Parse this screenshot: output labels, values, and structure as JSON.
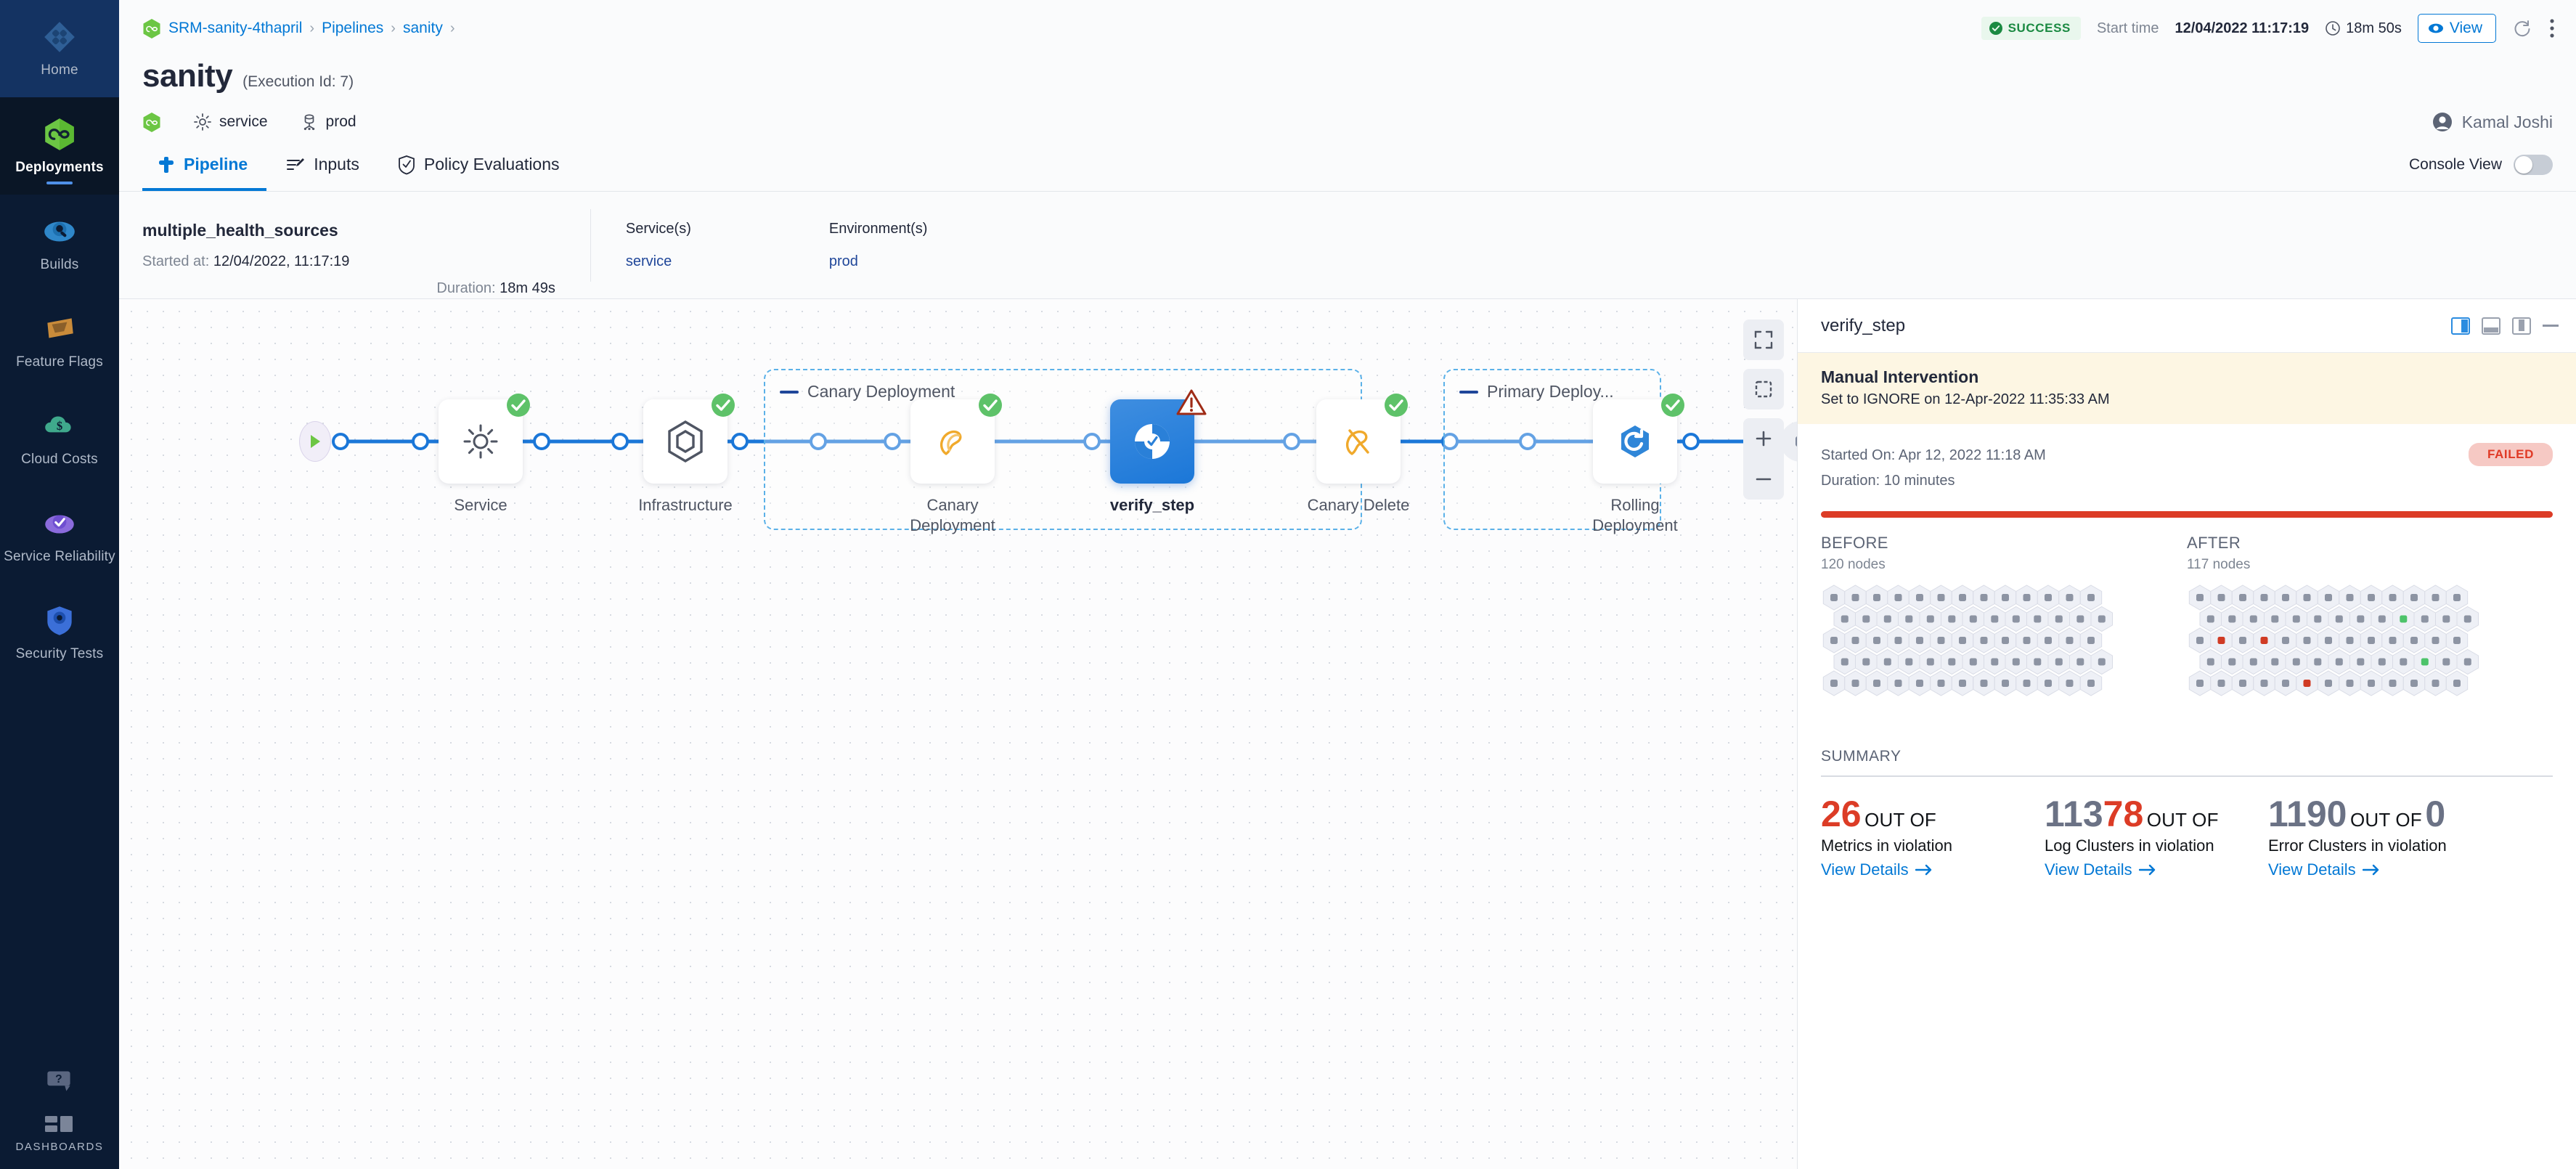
{
  "sidebar": {
    "items": [
      {
        "label": "Home",
        "icon": "home-icon",
        "state": "active"
      },
      {
        "label": "Deployments",
        "icon": "deployments-icon",
        "state": "selected"
      },
      {
        "label": "Builds",
        "icon": "builds-icon",
        "state": ""
      },
      {
        "label": "Feature Flags",
        "icon": "feature-flags-icon",
        "state": ""
      },
      {
        "label": "Cloud Costs",
        "icon": "cloud-costs-icon",
        "state": ""
      },
      {
        "label": "Service Reliability",
        "icon": "service-reliability-icon",
        "state": ""
      },
      {
        "label": "Security Tests",
        "icon": "security-tests-icon",
        "state": ""
      }
    ],
    "help_icon": "help-chat-icon",
    "dashboards_label": "DASHBOARDS",
    "dashboards_icon": "dashboards-icon"
  },
  "topbar": {
    "breadcrumb": [
      "SRM-sanity-4thapril",
      "Pipelines",
      "sanity"
    ],
    "status": "SUCCESS",
    "start_time_label": "Start time",
    "start_time_value": "12/04/2022 11:17:19",
    "duration": "18m 50s",
    "view_button": "View",
    "refresh_icon": "refresh-icon",
    "more_icon": "more-vertical-icon"
  },
  "header": {
    "title": "sanity",
    "execution_id": "(Execution Id: 7)",
    "service": "service",
    "environment": "prod",
    "user": "Kamal Joshi"
  },
  "tabs": [
    {
      "label": "Pipeline",
      "icon": "pipeline-icon",
      "active": true
    },
    {
      "label": "Inputs",
      "icon": "inputs-icon",
      "active": false
    },
    {
      "label": "Policy Evaluations",
      "icon": "policy-shield-icon",
      "active": false
    }
  ],
  "console_view": {
    "label": "Console View",
    "on": false
  },
  "exec_summary": {
    "stage_name": "multiple_health_sources",
    "started_at_label": "Started at:",
    "started_at_value": "12/04/2022, 11:17:19",
    "duration_label": "Duration:",
    "duration_value": "18m 49s",
    "services_label": "Service(s)",
    "services_value": "service",
    "environments_label": "Environment(s)",
    "environments_value": "prod"
  },
  "graph": {
    "groups": [
      {
        "label": "Canary Deployment"
      },
      {
        "label": "Primary Deploy..."
      }
    ],
    "nodes": [
      {
        "label": "Service",
        "icon": "gear-icon",
        "status": "success"
      },
      {
        "label": "Infrastructure",
        "icon": "infrastructure-hex-icon",
        "status": "success"
      },
      {
        "label": "Canary Deployment",
        "icon": "canary-deploy-icon",
        "status": "success"
      },
      {
        "label": "verify_step",
        "icon": "verify-icon",
        "status": "warning",
        "selected": true
      },
      {
        "label": "Canary Delete",
        "icon": "canary-delete-icon",
        "status": "success"
      },
      {
        "label": "Rolling Deployment",
        "icon": "rolling-deploy-icon",
        "status": "success"
      }
    ],
    "tools": [
      "fullscreen-icon",
      "fit-icon",
      "zoom-in-icon",
      "zoom-out-icon"
    ]
  },
  "detail": {
    "title": "verify_step",
    "layout_icons": [
      "layout-right-icon",
      "layout-bottom-icon",
      "layout-float-icon"
    ],
    "minimize_icon": "minimize-icon",
    "notice": {
      "title": "Manual Intervention",
      "subtitle": "Set to IGNORE on 12-Apr-2022 11:35:33 AM"
    },
    "started_on": "Started On: Apr 12, 2022 11:18 AM",
    "duration": "Duration: 10 minutes",
    "status_pill": "FAILED",
    "before": {
      "title": "BEFORE",
      "nodes": "120 nodes",
      "count": 120
    },
    "after": {
      "title": "AFTER",
      "nodes": "117 nodes",
      "count": 117
    },
    "summary_label": "SUMMARY",
    "summary": [
      {
        "value": "26",
        "value_color": "red",
        "out_of": "OUT OF",
        "total": "",
        "total_color": "grey",
        "description": "Metrics in violation",
        "link": "View Details"
      },
      {
        "value": "113",
        "value_color": "grey",
        "value2": "78",
        "value2_color": "red",
        "out_of": "OUT OF",
        "total": "",
        "total_color": "grey",
        "description": "Log Clusters in violation",
        "link": "View Details"
      },
      {
        "value": "1190",
        "value_color": "grey",
        "out_of": "OUT OF",
        "total": "0",
        "total_color": "grey",
        "description": "Error Clusters in violation",
        "link": "View Details"
      }
    ],
    "link_arrow": "arrow-right-icon"
  },
  "colors": {
    "brand_blue": "#0278d5",
    "success_green": "#4dc36a",
    "failed_red": "#dc3c26",
    "warning_yellow": "#fdf6e3",
    "nav_bg": "#0b1b33",
    "node_grey": "#8d94a3"
  }
}
